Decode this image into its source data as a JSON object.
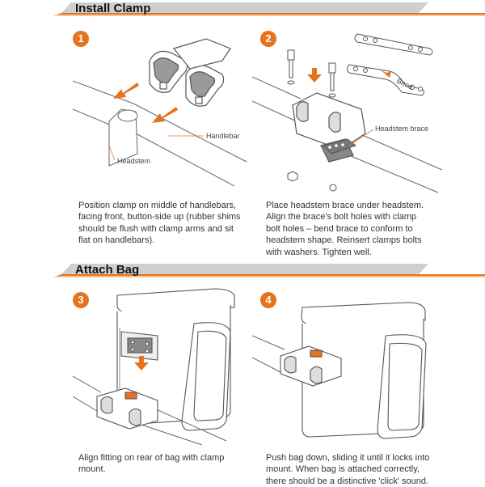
{
  "sections": [
    {
      "title": "Install Clamp"
    },
    {
      "title": "Attach Bag"
    }
  ],
  "steps": [
    {
      "number": "1",
      "text": "Position clamp on middle of handlebars, facing front, button-side up (rubber shims should be flush with clamp arms and sit flat on handlebars).",
      "labels": {
        "handlebar": "Handlebar",
        "headstem": "Headstem"
      }
    },
    {
      "number": "2",
      "text": "Place headstem brace under headstem. Align the brace's bolt holes with clamp bolt holes – bend brace to conform to headstem shape. Reinsert clamps bolts with washers. Tighten well.",
      "labels": {
        "bend": "Bend",
        "headstem_brace": "Headstem brace"
      }
    },
    {
      "number": "3",
      "text": "Align fitting on rear of bag with clamp mount."
    },
    {
      "number": "4",
      "text": "Push bag down, sliding it until it locks into mount. When bag is attached correctly, there should be a distinctive 'click' sound."
    }
  ],
  "colors": {
    "accent": "#e8731e",
    "banner_gray": "#c8c8c8",
    "line": "#555555"
  }
}
